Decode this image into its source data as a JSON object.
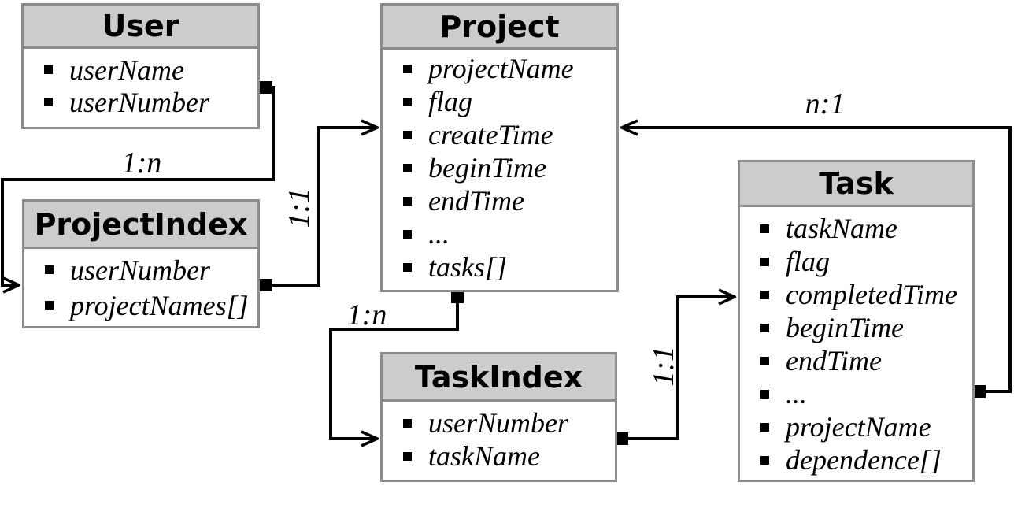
{
  "diagram": {
    "type": "class-diagram",
    "entities": [
      {
        "name": "User",
        "fields": [
          "userName",
          "userNumber"
        ]
      },
      {
        "name": "ProjectIndex",
        "fields": [
          "userNumber",
          "projectNames[]"
        ]
      },
      {
        "name": "Project",
        "fields": [
          "projectName",
          "flag",
          "createTime",
          "beginTime",
          "endTime",
          "...",
          "tasks[]"
        ]
      },
      {
        "name": "TaskIndex",
        "fields": [
          "userNumber",
          "taskName"
        ]
      },
      {
        "name": "Task",
        "fields": [
          "taskName",
          "flag",
          "completedTime",
          "beginTime",
          "endTime",
          "...",
          "projectName",
          "dependence[]"
        ]
      }
    ],
    "relations": [
      {
        "label": "1:n",
        "from": "User",
        "to": "ProjectIndex"
      },
      {
        "label": "1:1",
        "from": "ProjectIndex",
        "to": "Project"
      },
      {
        "label": "1:n",
        "from": "Project",
        "to": "TaskIndex"
      },
      {
        "label": "1:1",
        "from": "TaskIndex",
        "to": "Task"
      },
      {
        "label": "n:1",
        "from": "Task",
        "to": "Project"
      }
    ],
    "colors": {
      "header_fill": "#cccccc",
      "box_border": "#8c8c8c",
      "connector": "#000000",
      "text": "#000000",
      "background": "#ffffff"
    }
  }
}
